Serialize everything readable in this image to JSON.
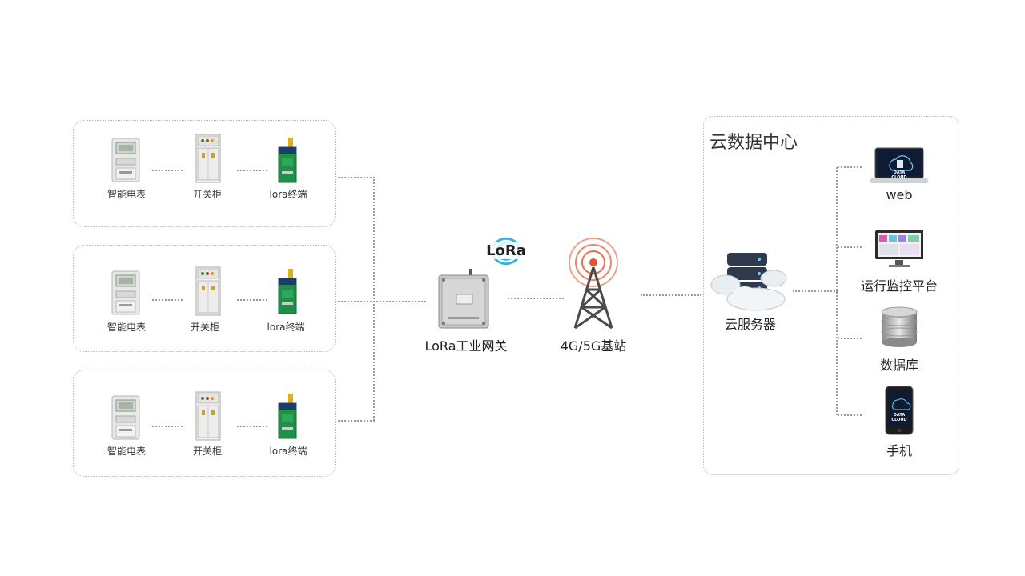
{
  "groups": [
    {
      "meter": "智能电表",
      "cabinet": "开关柜",
      "terminal": "lora终端"
    },
    {
      "meter": "智能电表",
      "cabinet": "开关柜",
      "terminal": "lora终端"
    },
    {
      "meter": "智能电表",
      "cabinet": "开关柜",
      "terminal": "lora终端"
    }
  ],
  "gateway": {
    "badge": "LoRa",
    "label": "LoRa工业网关"
  },
  "tower": {
    "label": "4G/5G基站"
  },
  "server": {
    "label": "云服务器"
  },
  "cloud": {
    "title": "云数据中心",
    "items": [
      {
        "label": "web",
        "screen_text": "DATA CLOUD"
      },
      {
        "label": "运行监控平台"
      },
      {
        "label": "数据库"
      },
      {
        "label": "手机",
        "screen_text": "DATA CLOUD"
      }
    ]
  },
  "colors": {
    "wifi": "#3bb0d8",
    "tower_signal": "#e0562e",
    "terminal_green": "#1f8f4a",
    "antenna": "#d9b21f",
    "dots": "#9a9a9a"
  }
}
